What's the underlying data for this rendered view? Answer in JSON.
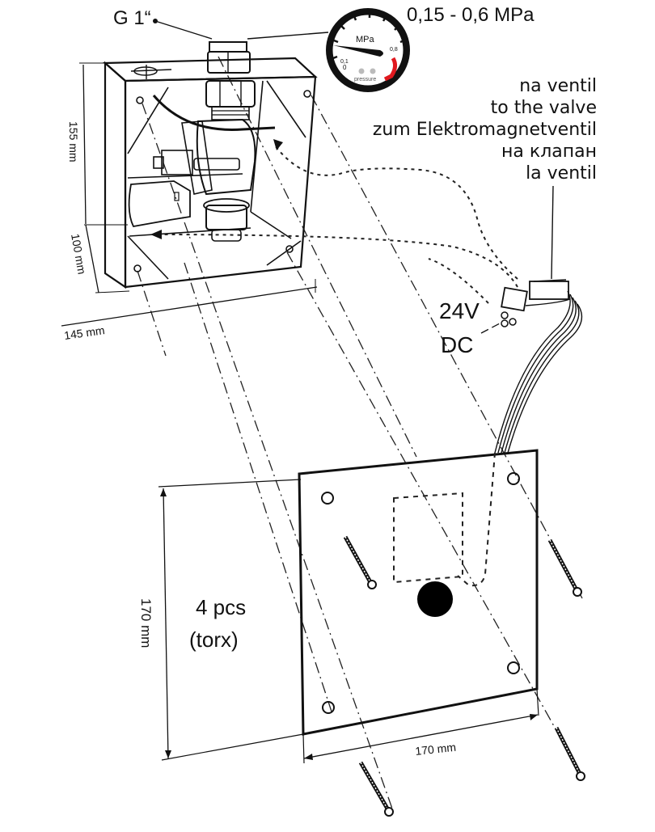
{
  "title": "Installation drawing – concealed box with solenoid valve and cover plate",
  "labels": {
    "inlet_thread": "G 1“",
    "pressure_range": "0,15 - 0,6 MPa",
    "gauge": {
      "unit": "MPa",
      "scale_low": "0,1",
      "scale_zero": "0",
      "scale_high": "0,8",
      "caption": "pressure"
    },
    "valve_note": [
      "na ventil",
      "to the valve",
      "zum Elektromagnetventil",
      "на клапан",
      "la ventil"
    ],
    "voltage_line1": "24V",
    "voltage_line2": "DC",
    "screws_qty": "4 pcs",
    "screws_type": "(torx)"
  },
  "dimensions": {
    "box_height": "155 mm",
    "box_depth": "100 mm",
    "box_width": "145 mm",
    "plate_height": "170 mm",
    "plate_width": "170 mm"
  },
  "colors": {
    "line": "#111111",
    "gauge_red_zone": "#e0191f",
    "sensor_fill": "#000000",
    "background": "#ffffff"
  }
}
